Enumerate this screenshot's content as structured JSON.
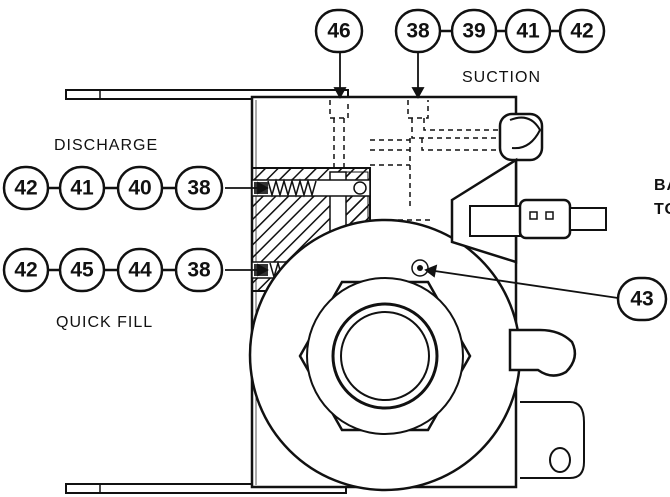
{
  "labels": {
    "suction": "SUCTION",
    "discharge": "DISCHARGE",
    "quick_fill": "QUICK FILL",
    "cut_off_1": "BA",
    "cut_off_2": "TO"
  },
  "callouts": {
    "top_left": [
      "46"
    ],
    "top_right": [
      "38",
      "39",
      "41",
      "42"
    ],
    "discharge_row": [
      "42",
      "41",
      "40",
      "38"
    ],
    "quick_fill_row": [
      "42",
      "45",
      "44",
      "38"
    ],
    "right": [
      "43"
    ]
  }
}
